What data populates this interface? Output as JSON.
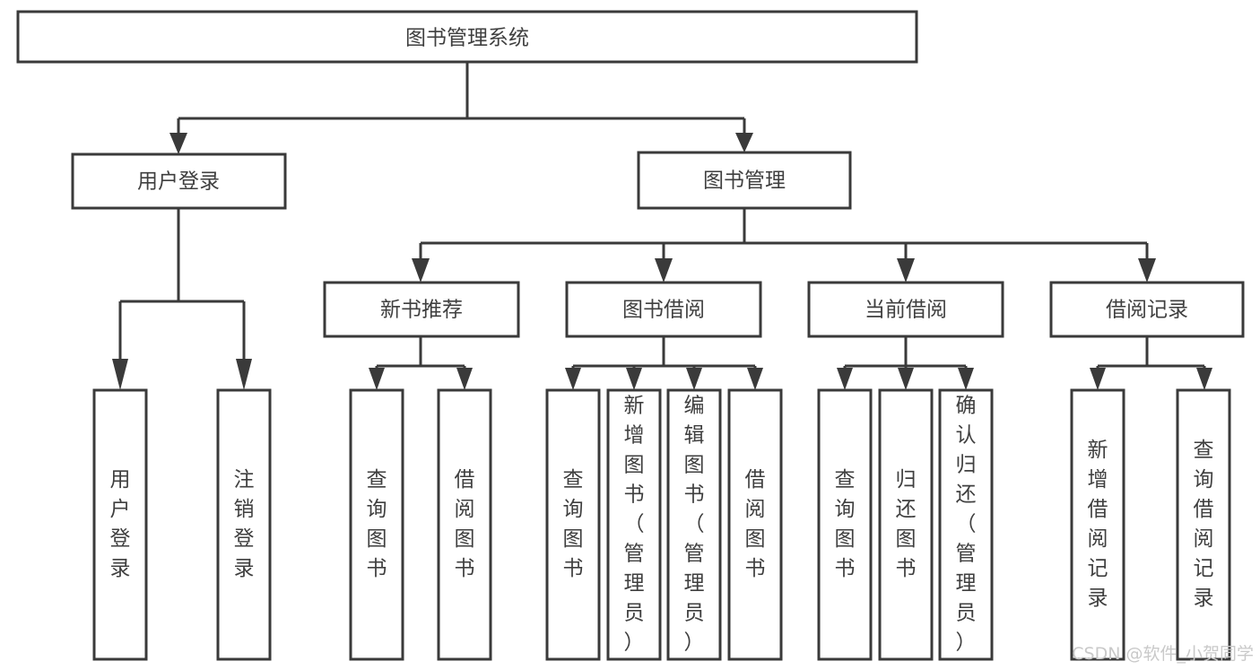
{
  "diagram": {
    "type": "tree",
    "orientation": "top-down",
    "root": {
      "id": "root",
      "label": "图书管理系统"
    },
    "level1": [
      {
        "id": "user-login",
        "label": "用户登录"
      },
      {
        "id": "book-manage",
        "label": "图书管理"
      }
    ],
    "level2": [
      {
        "id": "new-book-recommend",
        "label": "新书推荐",
        "parent": "book-manage"
      },
      {
        "id": "book-borrow",
        "label": "图书借阅",
        "parent": "book-manage"
      },
      {
        "id": "current-borrow",
        "label": "当前借阅",
        "parent": "book-manage"
      },
      {
        "id": "borrow-record",
        "label": "借阅记录",
        "parent": "book-manage"
      }
    ],
    "leaves": {
      "user-login": [
        {
          "id": "leaf-user-login",
          "label": "用户登录"
        },
        {
          "id": "leaf-user-logout",
          "label": "注销登录"
        }
      ],
      "new-book-recommend": [
        {
          "id": "leaf-query-book-1",
          "label": "查询图书"
        },
        {
          "id": "leaf-borrow-book-1",
          "label": "借阅图书"
        }
      ],
      "book-borrow": [
        {
          "id": "leaf-query-book-2",
          "label": "查询图书"
        },
        {
          "id": "leaf-add-book",
          "label": "新增图书（管理员）"
        },
        {
          "id": "leaf-edit-book",
          "label": "编辑图书（管理员）"
        },
        {
          "id": "leaf-borrow-book-2",
          "label": "借阅图书"
        }
      ],
      "current-borrow": [
        {
          "id": "leaf-query-book-3",
          "label": "查询图书"
        },
        {
          "id": "leaf-return-book",
          "label": "归还图书"
        },
        {
          "id": "leaf-confirm-return",
          "label": "确认归还（管理员）"
        }
      ],
      "borrow-record": [
        {
          "id": "leaf-add-record",
          "label": "新增借阅记录"
        },
        {
          "id": "leaf-query-record",
          "label": "查询借阅记录"
        }
      ]
    },
    "colors": {
      "stroke": "#3a3a3a",
      "fill": "#ffffff",
      "text": "#3f3f3f",
      "background": "#ffffff",
      "watermark": "#c9c9c9"
    }
  },
  "watermark": {
    "label": "CSDN @软件_小贺同学"
  }
}
